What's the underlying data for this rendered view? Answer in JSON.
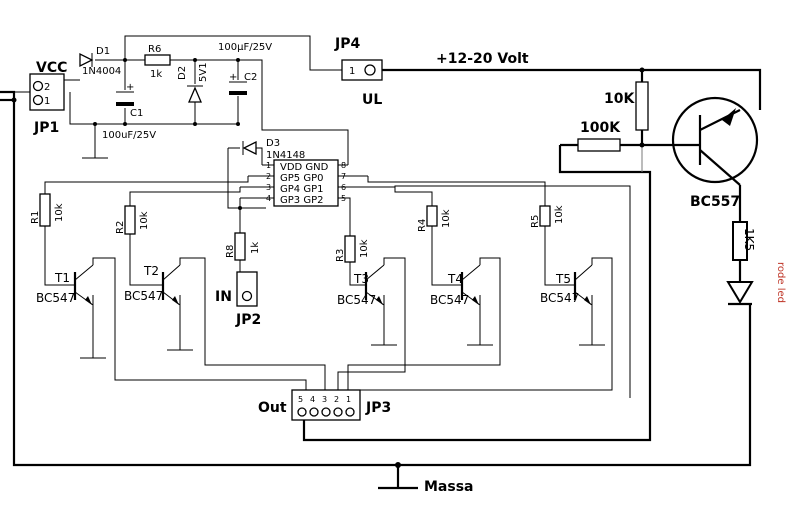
{
  "labels": {
    "vcc": "VCC",
    "jp1": "JP1",
    "jp1_pin2": "2",
    "jp1_pin1": "1",
    "d1": "D1",
    "d1_part": "1N4004",
    "r6": "R6",
    "r6_val": "1k",
    "c_top": "100µF/25V",
    "c2": "C2",
    "d2": "D2",
    "d2_val": "5V1",
    "c1": "C1",
    "c_bottom": "100uF/25V",
    "d3": "D3",
    "d3_part": "1N4148",
    "jp4": "JP4",
    "jp4_pin": "1",
    "ul": "UL",
    "supply": "+12-20 Volt",
    "r_10k": "10K",
    "r_100k": "100K",
    "pnp": "BC557",
    "r_1k5": "1K5",
    "led": "rode led",
    "ic_rows": [
      "VDD GND",
      "GP5 GP0",
      "GP4 GP1",
      "GP3 GP2"
    ],
    "ic_pins_left": [
      "1",
      "2",
      "3",
      "4"
    ],
    "ic_pins_right": [
      "8",
      "7",
      "6",
      "5"
    ],
    "r1": "R1",
    "r1_val": "10k",
    "r2": "R2",
    "r2_val": "10k",
    "r8": "R8",
    "r8_val": "1k",
    "r3": "R3",
    "r3_val": "10k",
    "r4": "R4",
    "r4_val": "10k",
    "r5": "R5",
    "r5_val": "10k",
    "t1": "T1",
    "t2": "T2",
    "t3": "T3",
    "t4": "T4",
    "t5": "T5",
    "npn": "BC547",
    "in": "IN",
    "jp2": "JP2",
    "out": "Out",
    "jp3": "JP3",
    "jp3_pins": [
      "5",
      "4",
      "3",
      "2",
      "1"
    ],
    "massa": "Massa"
  }
}
